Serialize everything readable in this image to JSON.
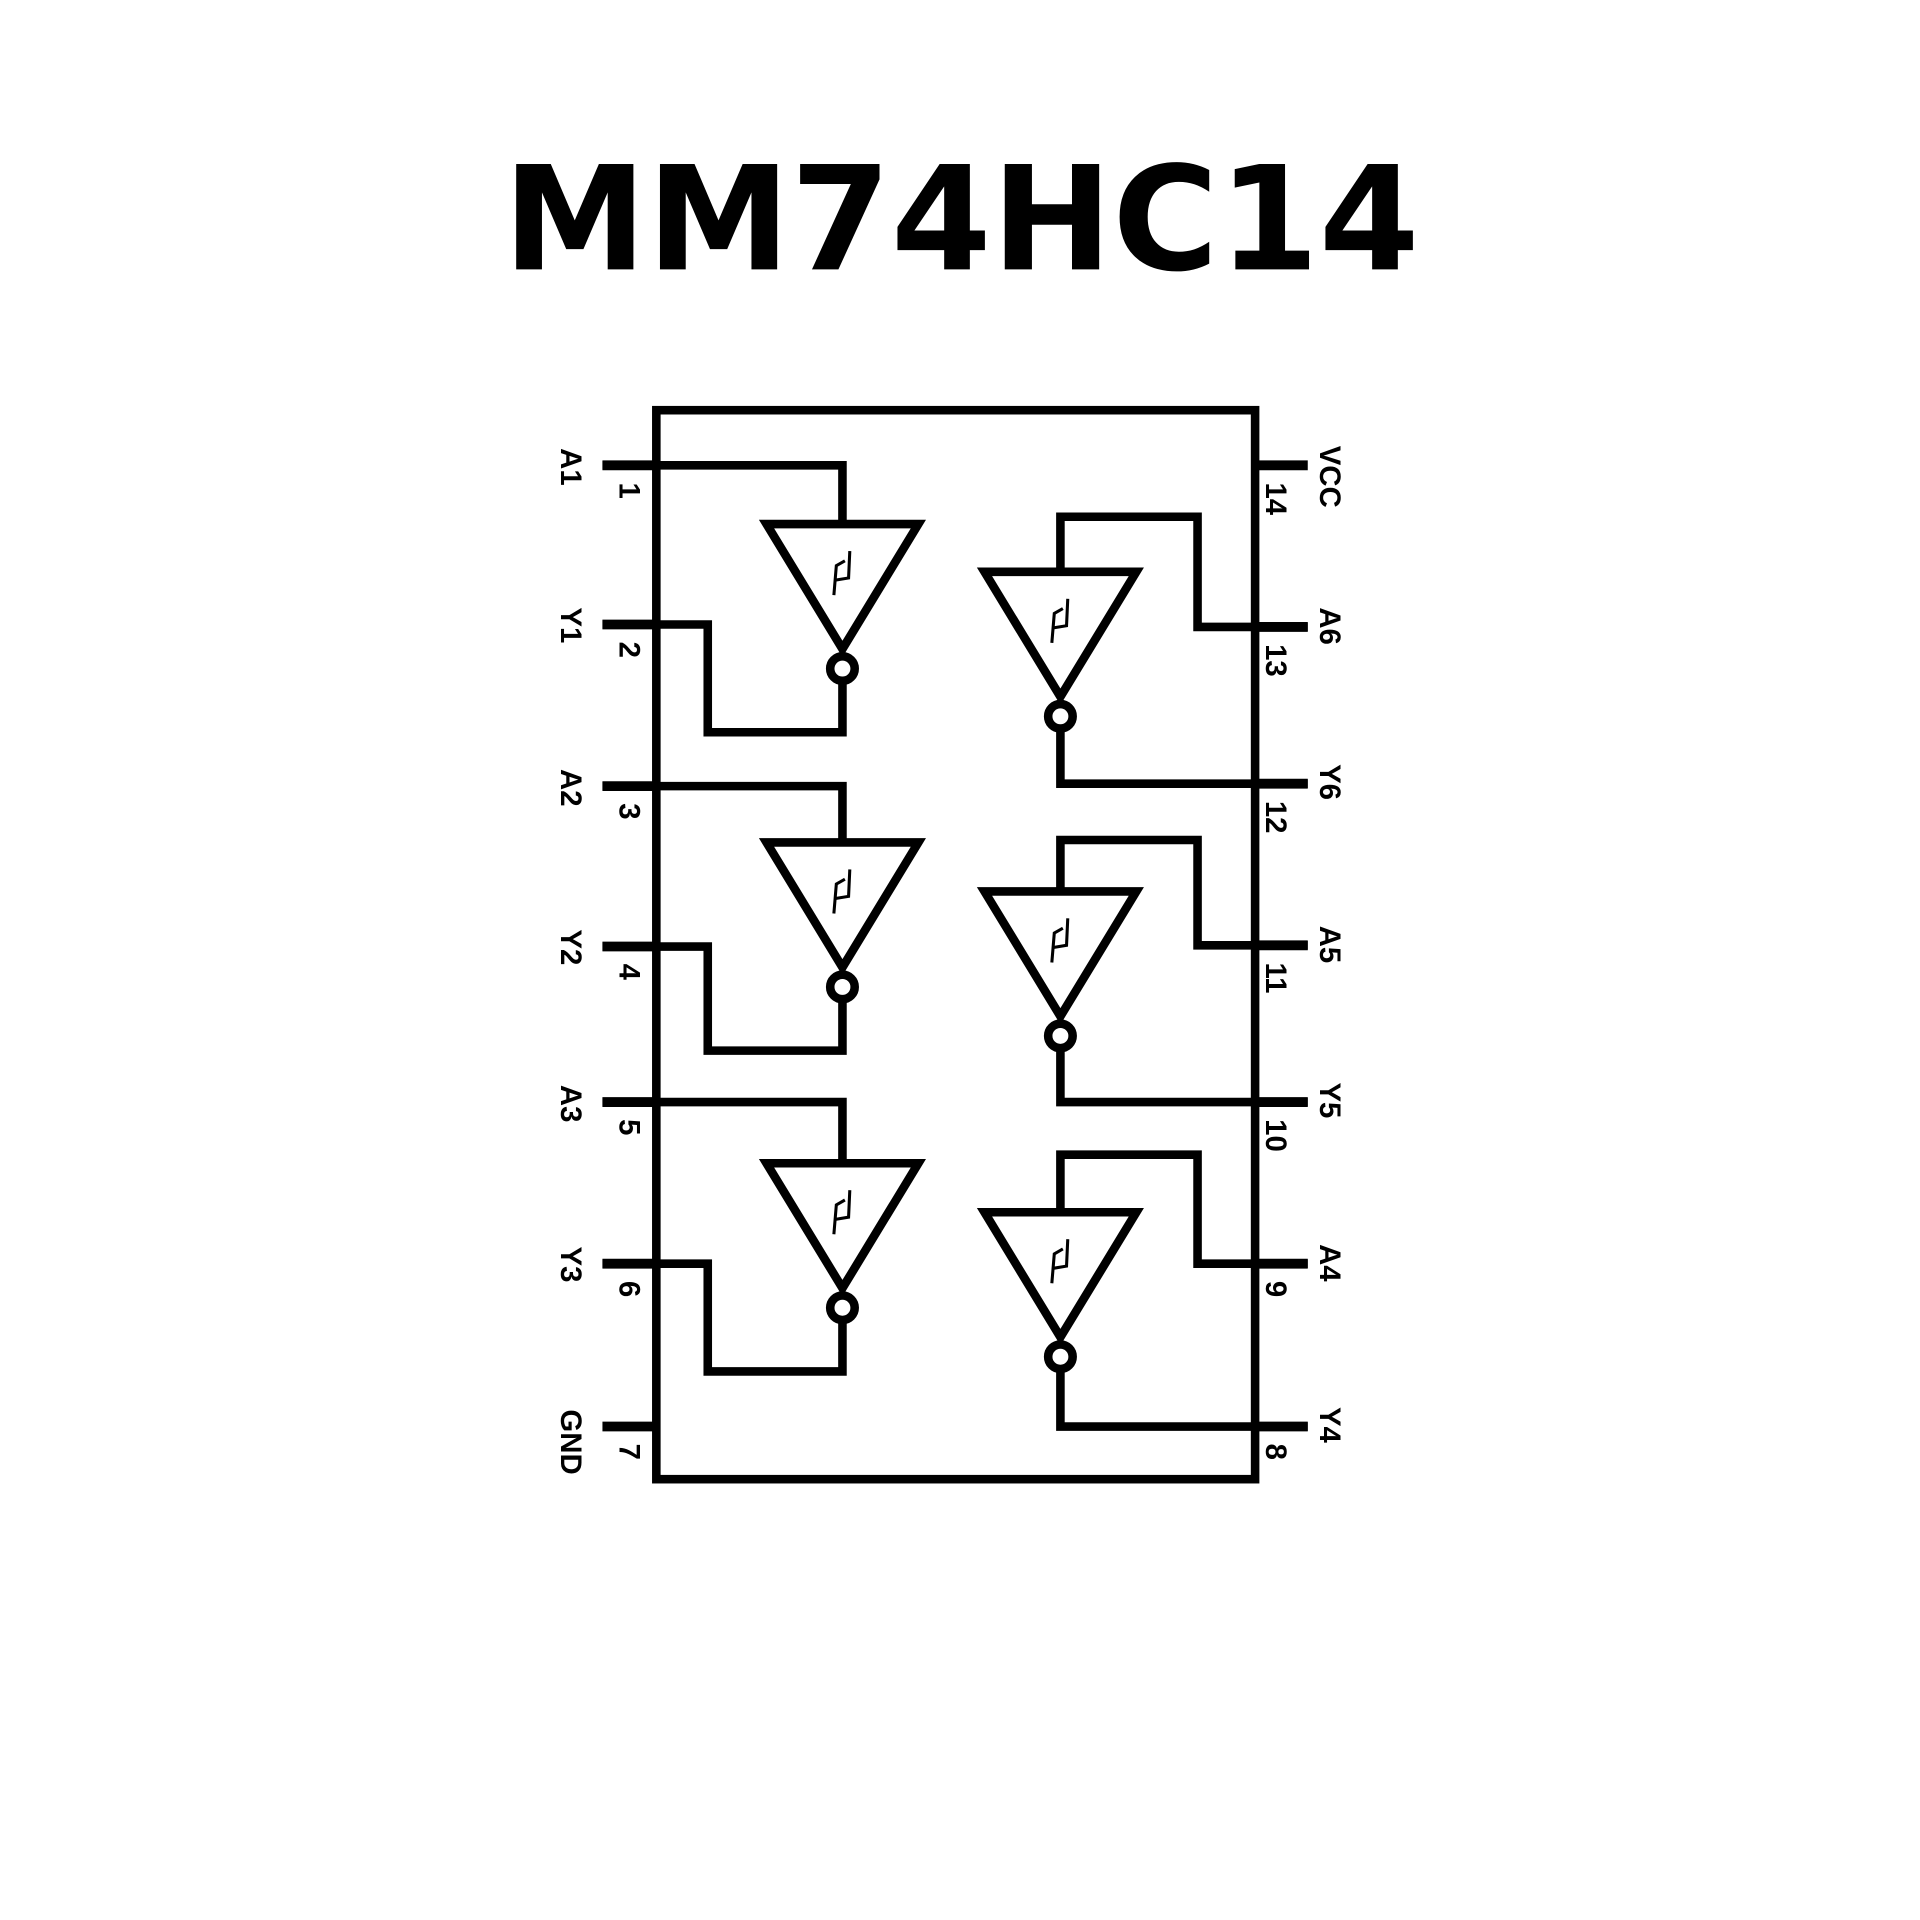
{
  "title": "MM74HC14",
  "left_pins": [
    {
      "label": "A1",
      "number": "1"
    },
    {
      "label": "Y1",
      "number": "2"
    },
    {
      "label": "A2",
      "number": "3"
    },
    {
      "label": "Y2",
      "number": "4"
    },
    {
      "label": "A3",
      "number": "5"
    },
    {
      "label": "Y3",
      "number": "6"
    },
    {
      "label": "GND",
      "number": "7"
    }
  ],
  "right_pins": [
    {
      "label": "VCC",
      "number": "14"
    },
    {
      "label": "A6",
      "number": "13"
    },
    {
      "label": "Y6",
      "number": "12"
    },
    {
      "label": "A5",
      "number": "11"
    },
    {
      "label": "Y5",
      "number": "10"
    },
    {
      "label": "A4",
      "number": "9"
    },
    {
      "label": "Y4",
      "number": "8"
    }
  ],
  "gate_symbol": "schmitt-trigger-inverter"
}
